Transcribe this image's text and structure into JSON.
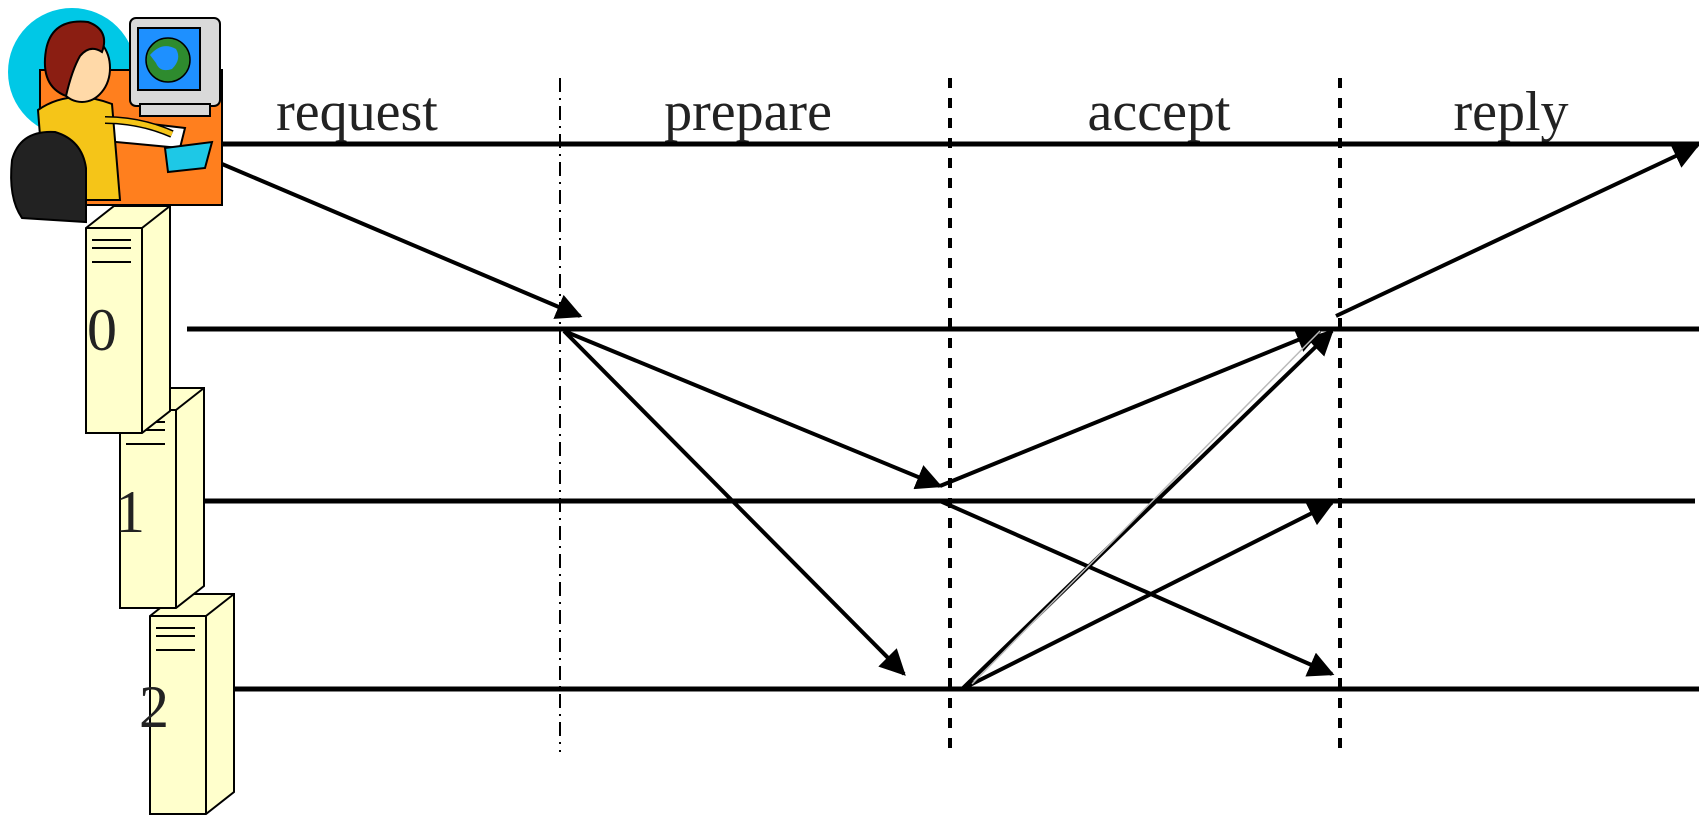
{
  "phases": [
    {
      "label": "request"
    },
    {
      "label": "prepare"
    },
    {
      "label": "accept"
    },
    {
      "label": "reply"
    }
  ],
  "servers": [
    {
      "label": "0"
    },
    {
      "label": "1"
    },
    {
      "label": "2"
    }
  ],
  "colors": {
    "line": "#000000",
    "server_fill": "#ffffcc",
    "server_stroke": "#000000",
    "client_bg": "#00c8e6",
    "client_desk": "#ff7f1e",
    "client_shirt": "#f5c518",
    "client_hair": "#8b1e12",
    "monitor": "#d9d9d9",
    "screen": "#1e90ff",
    "globe": "#2e8b2e"
  },
  "icons": {
    "client": "user-at-computer-icon",
    "server": "server-tower-icon"
  }
}
